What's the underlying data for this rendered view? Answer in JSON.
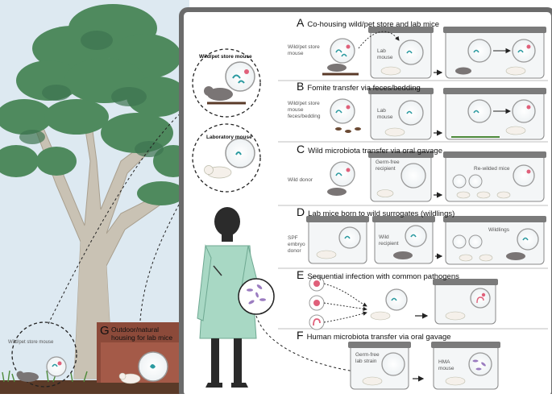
{
  "left": {
    "wild_pet_store_mouse_top": "Wild/pet store mouse",
    "laboratory_mouse": "Laboratory mouse",
    "wild_pet_store_mouse_bottom": "Wild/pet store mouse",
    "panel_g_letter": "G",
    "panel_g_title_line1": "Outdoor/natural",
    "panel_g_title_line2": "housing for lab mice"
  },
  "panels": {
    "a": {
      "letter": "A",
      "title": "Co-housing wild/pet store and lab mice",
      "source": "Wild/pet store mouse",
      "target": "Lab mouse"
    },
    "b": {
      "letter": "B",
      "title": "Fomite transfer via feces/bedding",
      "source": "Wild/pet store mouse feces/bedding",
      "target": "Lab mouse"
    },
    "c": {
      "letter": "C",
      "title": "Wild microbiota transfer via oral gavage",
      "source": "Wild donor",
      "target": "Germ-free recipient",
      "result": "Re-wilded mice"
    },
    "d": {
      "letter": "D",
      "title": "Lab mice born to wild surrogates (wildlings)",
      "source": "SPF embryo donor",
      "target": "Wild recipient",
      "result": "Wildlings"
    },
    "e": {
      "letter": "E",
      "title": "Sequential infection with common pathogens"
    },
    "f": {
      "letter": "F",
      "title": "Human microbiota transfer via oral gavage",
      "target": "Germ-free lab strain",
      "result": "HMA mouse"
    }
  },
  "colors": {
    "sky": "#dde9f1",
    "frame": "#6b6b6b",
    "foliage": "#4f8a5e",
    "foliage_dark": "#3d7450",
    "trunk": "#c9c2b4",
    "soil": "#5a3a28",
    "grass": "#4d8a3a",
    "sign": "#8c4a3a",
    "coat": "#a8d8c4",
    "bacteria_teal": "#2b9aa0",
    "bacteria_blue": "#2f4fa0",
    "virus_pink": "#e0607a",
    "purple_microbe": "#9b7cc0",
    "cage_lid": "#7b7b7b"
  }
}
